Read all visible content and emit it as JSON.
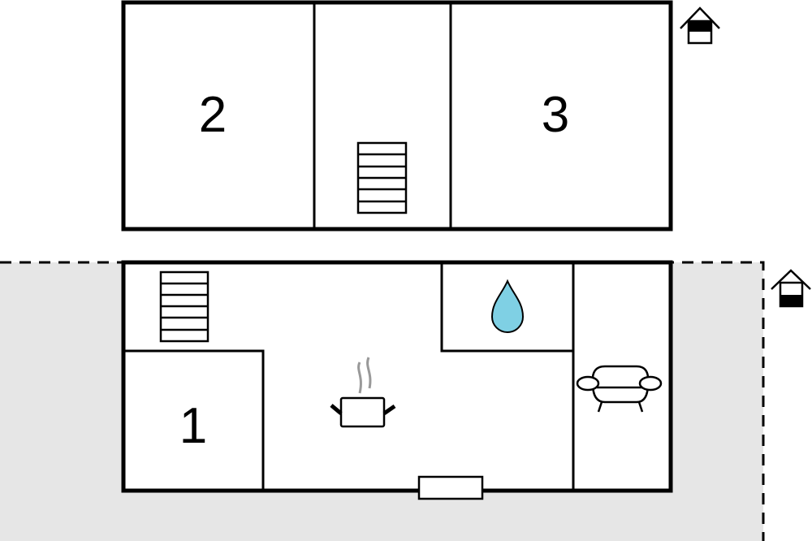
{
  "floors": {
    "upper": {
      "rooms": [
        {
          "label": "2"
        },
        {
          "label": "3"
        }
      ],
      "level_icon": "house-upper-floor-icon"
    },
    "ground": {
      "rooms": [
        {
          "label": "1"
        }
      ],
      "level_icon": "house-ground-floor-icon"
    }
  },
  "icons": [
    "stairs-icon",
    "water-drop-icon",
    "cooking-pot-icon",
    "sofa-icon",
    "window-icon"
  ],
  "colors": {
    "terrace": "#e6e6e6",
    "water": "#7fd0e4",
    "steam": "#999999"
  }
}
